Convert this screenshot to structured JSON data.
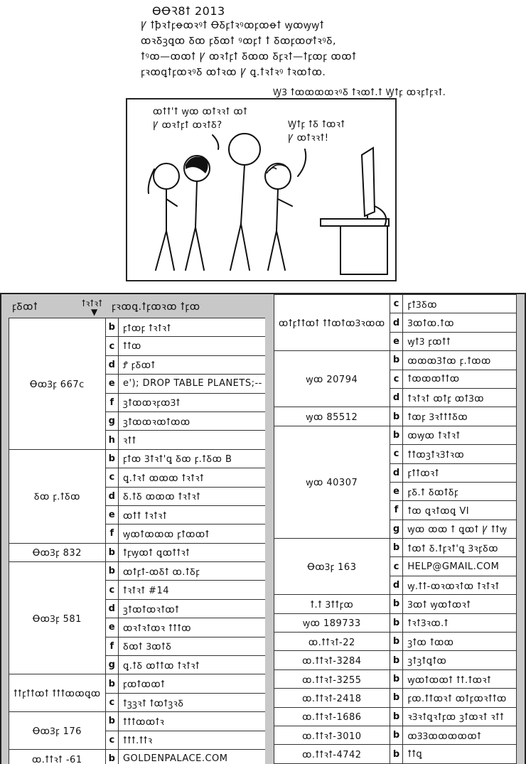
{
  "header": {
    "date": "ѲꝊꝚ8ꝉ 2013",
    "caption_lines": [
      "Ꝩ ꝉꝥꝛꝉꝼꝋꝏꝛꝰꝉ ꝊꝽꝼꝉꝛꝰꝏꝼꝏꝋꝉ ꝡꝏꝡꝡꝉ",
      "ꝏꝛꝽꝫꝗꝏ Ᵹꝏ ꝼꝽꝏꝉ ꝰꝏꝼꝉ ꝉ ꝽꝏꝼꝏꝍꝉꝛꝰꝽ,",
      "ꝉꝰꝏ—ꝏꝏꝉ Ꝩ ꝏꝛꝉꝼꝉ Ᵹꝏꝏ Ᵹꝼꝛꝉ—ꝉꝼꝏꝼ ꝏꝏꝉ",
      "ꝼꝛꝏꝗꝉꝼꝏꝛꝰꝽ ꝏꝉꝛꝏ Ꝩ ꝗ.ꝉꝛꝉꝛꝰ ꝉꝛꝏꝉꝏ."
    ],
    "credit": "ꝠꝪ ꝉꝏꝏꝏꝏꝛꝰꝽ ꝉꝛꝏꝉ.ꝉ Ꝡꝉꝼ ꝏꝛꝼꝉꝼꝛꝉ."
  },
  "comic": {
    "speech_left": "ꝏꝉꝉ'ꝉ ꝡꝏ ꝏꝉꝛꝛꝉ ꝏꝉ\nꝨ ꝏꝛꝉꝼꝉ ꝏꝛꝉꝽ?",
    "speech_right": "Ꝡꝉꝼ ꝉꝽ ꝉꝏꝛꝉ\nꝨ ꝏꝉꝛꝛꝉ!"
  },
  "table": {
    "header_col1": "ꝼꝽꝏꝉ",
    "header_col2": "ꝉꝛꝉꝛꝉ",
    "header_arrow": "▼",
    "header_col3": "ꝼꝛꝏꝗ.ꝉꝼꝏꝛꝏ ꝉꝼꝏ",
    "left_groups": [
      {
        "host": "ꝊꝏꝪꝼ 667c",
        "rows": [
          [
            "b",
            "ꝼꝉꝏꝼ ꝉꝛꝉꝛꝉ"
          ],
          [
            "c",
            "ꝉꝉꝏ"
          ],
          [
            "d",
            "Ꝭ ꝼꝽꝏꝉ"
          ],
          [
            "e",
            "e'); DROP TABLE PLANETS;--"
          ],
          [
            "f",
            "ꝫꝉꝏꝏꝛꝼꝏꝪꝉ"
          ],
          [
            "g",
            "ꝫꝉꝏꝏꝛꝏꝉꝏꝏ"
          ],
          [
            "h",
            "ꝛꝉꝉ"
          ]
        ]
      },
      {
        "host": "Ᵹꝏ ꝼ.ꝉꝽꝏ",
        "rows": [
          [
            "b",
            "ꝼꝉꝏ Ꝫꝉꝛꝉ'ꝗ Ᵹꝏ ꝼ.ꝉꝽꝏ B"
          ],
          [
            "c",
            "ꝗ.ꝉꝛꝉ ꝏꝏꝏ ꝉꝛꝉꝛꝉ"
          ],
          [
            "d",
            "Ᵹ.ꝉꝽ ꝏꝏꝏ ꝉꝛꝉꝛꝉ"
          ],
          [
            "e",
            "ꝏꝉꝉ ꝉꝛꝉꝛꝉ"
          ],
          [
            "f",
            "ꝡꝏꝉꝏꝏꝏ ꝼꝉꝏꝏꝉ"
          ]
        ]
      },
      {
        "host": "ꝊꝏꝪꝼ 832",
        "rows": [
          [
            "b",
            "ꝉꝼꝡꝏꝉ ꝗꝏꝉꝉꝛꝉ"
          ]
        ]
      },
      {
        "host": "ꝊꝏꝪꝼ 581",
        "rows": [
          [
            "b",
            "ꝏꝉꝼꝉ-ꝏꝽꝉ ꝏ.ꝉꝽꝼ"
          ],
          [
            "c",
            "ꝉꝛꝉꝛꝉ #14"
          ],
          [
            "d",
            "ꝫꝉꝏꝉꝏꝛꝉꝏꝉ"
          ],
          [
            "e",
            "ꝏꝛꝉꝛꝉꝏꝛ ꝉꝉꝉꝏ"
          ],
          [
            "f",
            "Ᵹꝏꝉ ꝪꝏꝉꝽ"
          ],
          [
            "g",
            "ꝗ.ꝉꝽ ꝏꝉꝉꝏ ꝉꝛꝉꝛꝉ"
          ]
        ]
      },
      {
        "host": "ꝉꝉꝼꝉꝉꝏꝉ ꝉꝉꝉꝏꝏꝗꝏ",
        "rows": [
          [
            "b",
            "ꝼꝏꝉꝏꝏꝉ"
          ],
          [
            "c",
            "ꝉꝫꝫꝛꝉ ꝉꝏꝉꝫꝛꝽ"
          ]
        ]
      },
      {
        "host": "ꝊꝏꝪꝼ 176",
        "rows": [
          [
            "b",
            "ꝉꝉꝉꝏꝏꝉꝛ"
          ],
          [
            "c",
            "ꝉꝉꝉ.ꝉꝉꝛ"
          ]
        ]
      },
      {
        "host": "ꝏ.ꝉꝉꝛꝉ -61",
        "rows": [
          [
            "b",
            "GOLDENPALACE.COM"
          ]
        ]
      }
    ],
    "right_groups": [
      {
        "host": "ꝏꝉꝼꝉꝉꝏꝉ ꝉꝉꝏꝉꝏꝪꝛꝏꝏ",
        "rows": [
          [
            "c",
            "ꝼꝉꝪꝽꝏ"
          ],
          [
            "d",
            "Ꝫꝏꝉꝏ.ꝉꝏ"
          ],
          [
            "e",
            "ꝡꝉꝪ ꝼꝏꝉꝉ"
          ]
        ]
      },
      {
        "host": "ꝡꝏ 20794",
        "rows": [
          [
            "b",
            "ꝏꝏꝏꝪꝉꝏ ꝼ.ꝉꝏꝏ"
          ],
          [
            "c",
            "ꝉꝏꝏꝏꝉꝉꝏ"
          ],
          [
            "d",
            "ꝉꝛꝉꝛꝉ ꝏꝉꝼ ꝏꝉꝪꝏ"
          ]
        ]
      },
      {
        "host": "ꝡꝏ 85512",
        "rows": [
          [
            "b",
            "ꝉꝏꝼ ꝪꝛꝉꝉꝉꝽꝏ"
          ]
        ]
      },
      {
        "host": "ꝡꝏ 40307",
        "rows": [
          [
            "b",
            "ꝏꝡꝏ ꝉꝛꝉꝛꝉ"
          ],
          [
            "c",
            "ꝉꝉꝏꝫꝉꝛꝪꝉꝛꝏ"
          ],
          [
            "d",
            "ꝼꝉꝉꝏꝛꝉ"
          ],
          [
            "e",
            "ꝼꝽ.ꝉ ꝽꝏꝉꝽꝼ"
          ],
          [
            "f",
            "ꝉꝏ ꝗꝛꝉꝏꝗ VI"
          ],
          [
            "g",
            "ꝡꝏ ꝏꝏ ꝉ ꝗꝏꝉ Ꝩ ꝉꝉꝡ"
          ]
        ]
      },
      {
        "host": "ꝊꝏꝪꝼ 163",
        "rows": [
          [
            "b",
            "ꝉꝏꝉ Ᵹ.ꝉꝼꝛꝉ'ꝗ ꝪꝛꝼꝽꝏ"
          ],
          [
            "c",
            "HELP@GMAIL.COM"
          ],
          [
            "d",
            "ꝡ.ꝉꝉ-ꝏꝛꝏꝛꝉꝏ ꝉꝛꝉꝛꝉ"
          ]
        ]
      },
      {
        "host": "ꝉ.ꝉ Ꝫꝉꝉꝼꝏ",
        "rows": [
          [
            "b",
            "Ꝫꝏꝉ ꝡꝏꝉꝏꝛꝉ"
          ]
        ]
      },
      {
        "host": "ꝡꝏ 189733",
        "rows": [
          [
            "b",
            "ꝉꝛꝉꝪꝛꝏ.ꝉ"
          ]
        ]
      },
      {
        "host": "ꝏ.ꝉꝉꝛꝉ-22",
        "rows": [
          [
            "b",
            "ꝫꝉꝏ ꝉꝏꝏ"
          ]
        ]
      },
      {
        "host": "ꝏ.ꝉꝉꝛꝉ-3284",
        "rows": [
          [
            "b",
            "ꝫꝉꝫꝉꝗꝉꝏ"
          ]
        ]
      },
      {
        "host": "ꝏ.ꝉꝉꝛꝉ-3255",
        "rows": [
          [
            "b",
            "ꝡꝏꝉꝏꝏꝉ ꝉꝉ.ꝉꝏꝛꝉ"
          ]
        ]
      },
      {
        "host": "ꝏ.ꝉꝉꝛꝉ-2418",
        "rows": [
          [
            "b",
            "ꝼꝏ.ꝉꝉꝏꝛꝉ ꝏꝉꝼꝏꝛꝉꝉꝏ"
          ]
        ]
      },
      {
        "host": "ꝏ.ꝉꝉꝛꝉ-1686",
        "rows": [
          [
            "b",
            "ꝛꝪꝛꝉꝗꝛꝉꝼꝏ ꝫꝉꝏꝛꝉ ꝛꝉꝉ"
          ]
        ]
      },
      {
        "host": "ꝏ.ꝉꝉꝛꝉ-3010",
        "rows": [
          [
            "b",
            "ꝏꝪꝪꝏꝏꝏꝏꝏꝉ"
          ]
        ]
      },
      {
        "host": "ꝏ.ꝉꝉꝛꝉ-4742",
        "rows": [
          [
            "b",
            "ꝉꝉꝗ"
          ]
        ]
      }
    ]
  }
}
